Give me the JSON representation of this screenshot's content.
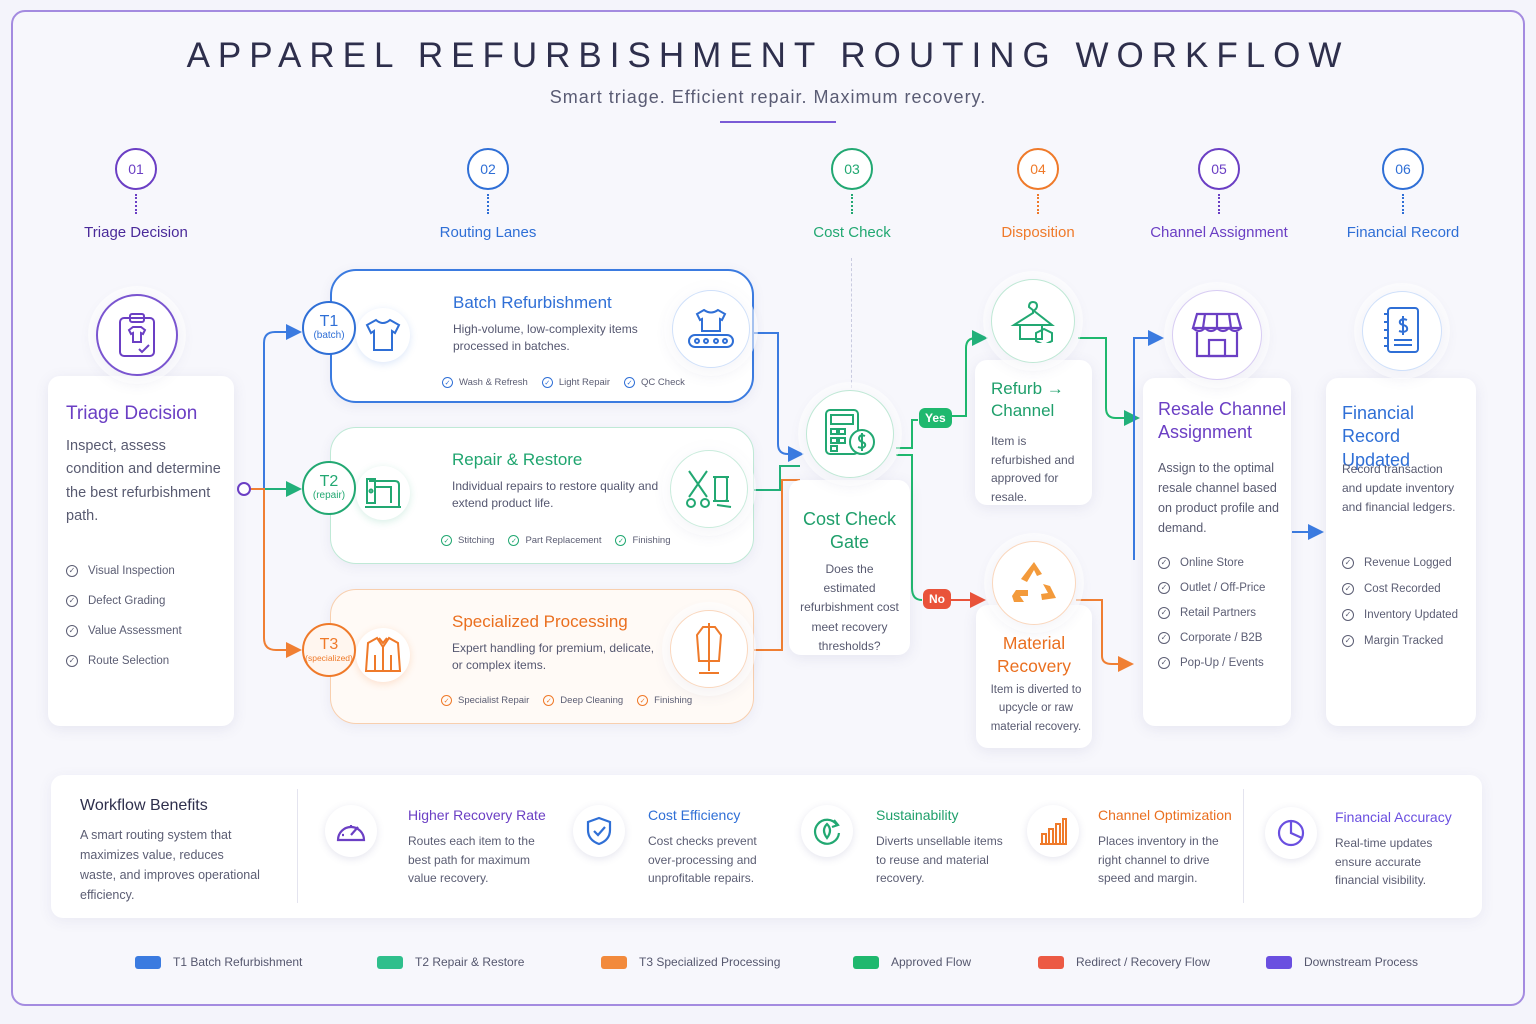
{
  "header": {
    "title": "APPAREL REFURBISHMENT ROUTING WORKFLOW",
    "subtitle": "Smart triage. Efficient repair. Maximum recovery."
  },
  "colors": {
    "purple": "#6b3fc4",
    "blue": "#2f6fd6",
    "green": "#22a872",
    "orange": "#ef7a2a",
    "red": "#e9533a",
    "violet": "#6a4fe0"
  },
  "steps": [
    {
      "num": "01",
      "label": "Triage Decision",
      "color": "#4a2a9a"
    },
    {
      "num": "02",
      "label": "Routing Lanes",
      "color": "#2f6fd6"
    },
    {
      "num": "03",
      "label": "Cost Check",
      "color": "#22a872"
    },
    {
      "num": "04",
      "label": "Disposition",
      "color": "#ef7a2a"
    },
    {
      "num": "05",
      "label": "Channel Assignment",
      "color": "#6b3fc4"
    },
    {
      "num": "06",
      "label": "Financial Record",
      "color": "#2f6fd6"
    }
  ],
  "triage": {
    "title": "Triage Decision",
    "text": "Inspect, assess condition and determine the best refurbishment path.",
    "icon": "clipboard-shirt-icon",
    "items": [
      "Visual Inspection",
      "Defect Grading",
      "Value Assessment",
      "Route Selection"
    ]
  },
  "lanes": [
    {
      "tier": "T1",
      "tier_sub": "(batch)",
      "title": "Batch Refurbishment",
      "desc": "High-volume, low-complexity items processed in batches.",
      "tags": [
        "Wash & Refresh",
        "Light Repair",
        "QC Check"
      ],
      "icon": "tshirt-icon",
      "side_icon": "conveyor-icon"
    },
    {
      "tier": "T2",
      "tier_sub": "(repair)",
      "title": "Repair & Restore",
      "desc": "Individual repairs to restore quality and extend product life.",
      "tags": [
        "Stitching",
        "Part Replacement",
        "Finishing"
      ],
      "icon": "sewing-machine-icon",
      "side_icon": "scissors-thread-icon"
    },
    {
      "tier": "T3",
      "tier_sub": "(specialized)",
      "title": "Specialized Processing",
      "desc": "Expert handling for premium, delicate, or complex items.",
      "tags": [
        "Specialist Repair",
        "Deep Cleaning",
        "Finishing"
      ],
      "icon": "jacket-icon",
      "side_icon": "mannequin-icon"
    }
  ],
  "cost_gate": {
    "title": "Cost Check Gate",
    "text": "Does the estimated refurbishment cost meet recovery thresholds?",
    "icon": "calculator-dollar-icon",
    "yes": "Yes",
    "no": "No"
  },
  "refurb": {
    "title": "Refurb → Channel",
    "text": "Item is refurbished and approved for resale.",
    "icon": "hanger-icon"
  },
  "material": {
    "title": "Material Recovery",
    "text": "Item is diverted to upcycle or raw material recovery.",
    "icon": "recycle-icon"
  },
  "resale": {
    "title": "Resale Channel Assignment",
    "text": "Assign to the optimal resale channel based on product profile and demand.",
    "icon": "storefront-icon",
    "items": [
      "Online Store",
      "Outlet / Off-Price",
      "Retail Partners",
      "Corporate / B2B",
      "Pop-Up / Events"
    ]
  },
  "financial": {
    "title": "Financial Record Updated",
    "text": "Record transaction and update inventory and financial ledgers.",
    "icon": "ledger-dollar-icon",
    "items": [
      "Revenue Logged",
      "Cost Recorded",
      "Inventory Updated",
      "Margin Tracked"
    ]
  },
  "benefits": {
    "title": "Workflow Benefits",
    "text": "A smart routing system that maximizes value, reduces waste, and improves operational efficiency.",
    "items": [
      {
        "title": "Higher Recovery Rate",
        "text": "Routes each item to the best path for maximum value recovery.",
        "icon": "gauge-icon",
        "color": "#6b3fc4"
      },
      {
        "title": "Cost Efficiency",
        "text": "Cost checks prevent over-processing and unprofitable repairs.",
        "icon": "shield-check-icon",
        "color": "#2f6fd6"
      },
      {
        "title": "Sustainability",
        "text": "Diverts unsellable items to reuse and material recovery.",
        "icon": "leaf-cycle-icon",
        "color": "#22a872"
      },
      {
        "title": "Channel Optimization",
        "text": "Places inventory in the right channel to drive speed and margin.",
        "icon": "bar-chart-icon",
        "color": "#ef7a2a"
      },
      {
        "title": "Financial Accuracy",
        "text": "Real-time updates ensure accurate financial visibility.",
        "icon": "pie-chart-icon",
        "color": "#6a4fe0"
      }
    ]
  },
  "legend": [
    {
      "label": "T1 Batch Refurbishment",
      "color": "#3b7be0"
    },
    {
      "label": "T2 Repair & Restore",
      "color": "#2fbf8c"
    },
    {
      "label": "T3 Specialized Processing",
      "color": "#f28a3c"
    },
    {
      "label": "Approved Flow",
      "color": "#1fb86e"
    },
    {
      "label": "Redirect / Recovery Flow",
      "color": "#ec5a44"
    },
    {
      "label": "Downstream Process",
      "color": "#6a4fe0"
    }
  ]
}
